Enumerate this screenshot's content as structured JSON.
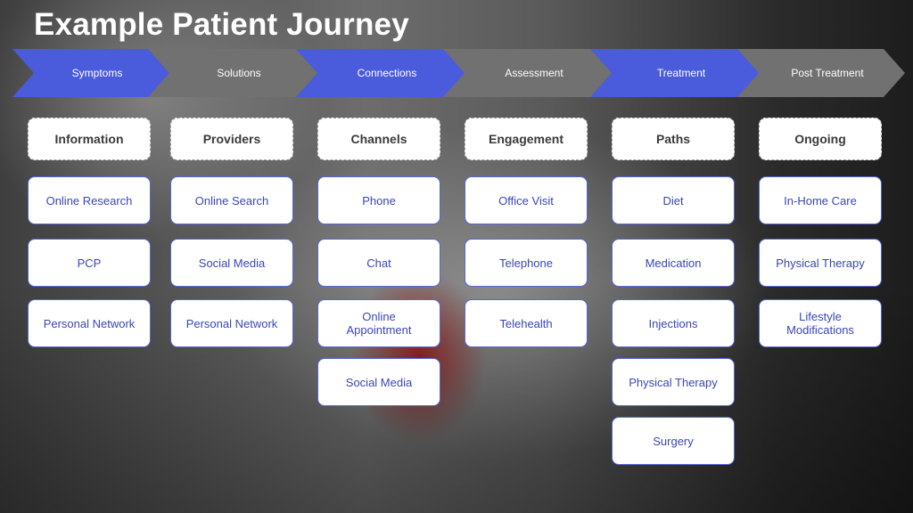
{
  "title": "Example Patient Journey",
  "colors": {
    "accent": "#4a5bdc",
    "stage_gray": "#717171",
    "item_text": "#3a46b8",
    "item_border": "#5566d6"
  },
  "stages": [
    {
      "label": "Symptoms",
      "style": "blue"
    },
    {
      "label": "Solutions",
      "style": "gray"
    },
    {
      "label": "Connections",
      "style": "blue"
    },
    {
      "label": "Assessment",
      "style": "gray"
    },
    {
      "label": "Treatment",
      "style": "blue"
    },
    {
      "label": "Post Treatment",
      "style": "gray"
    }
  ],
  "columns": [
    {
      "header": "Information",
      "items": [
        "Online Research",
        "PCP",
        "Personal Network"
      ]
    },
    {
      "header": "Providers",
      "items": [
        "Online Search",
        "Social Media",
        "Personal Network"
      ]
    },
    {
      "header": "Channels",
      "items": [
        "Phone",
        "Chat",
        "Online\nAppointment",
        "Social Media"
      ]
    },
    {
      "header": "Engagement",
      "items": [
        "Office Visit",
        "Telephone",
        "Telehealth"
      ]
    },
    {
      "header": "Paths",
      "items": [
        "Diet",
        "Medication",
        "Injections",
        "Physical Therapy",
        "Surgery"
      ]
    },
    {
      "header": "Ongoing",
      "items": [
        "In-Home Care",
        "Physical Therapy",
        "Lifestyle\nModifications"
      ]
    }
  ]
}
